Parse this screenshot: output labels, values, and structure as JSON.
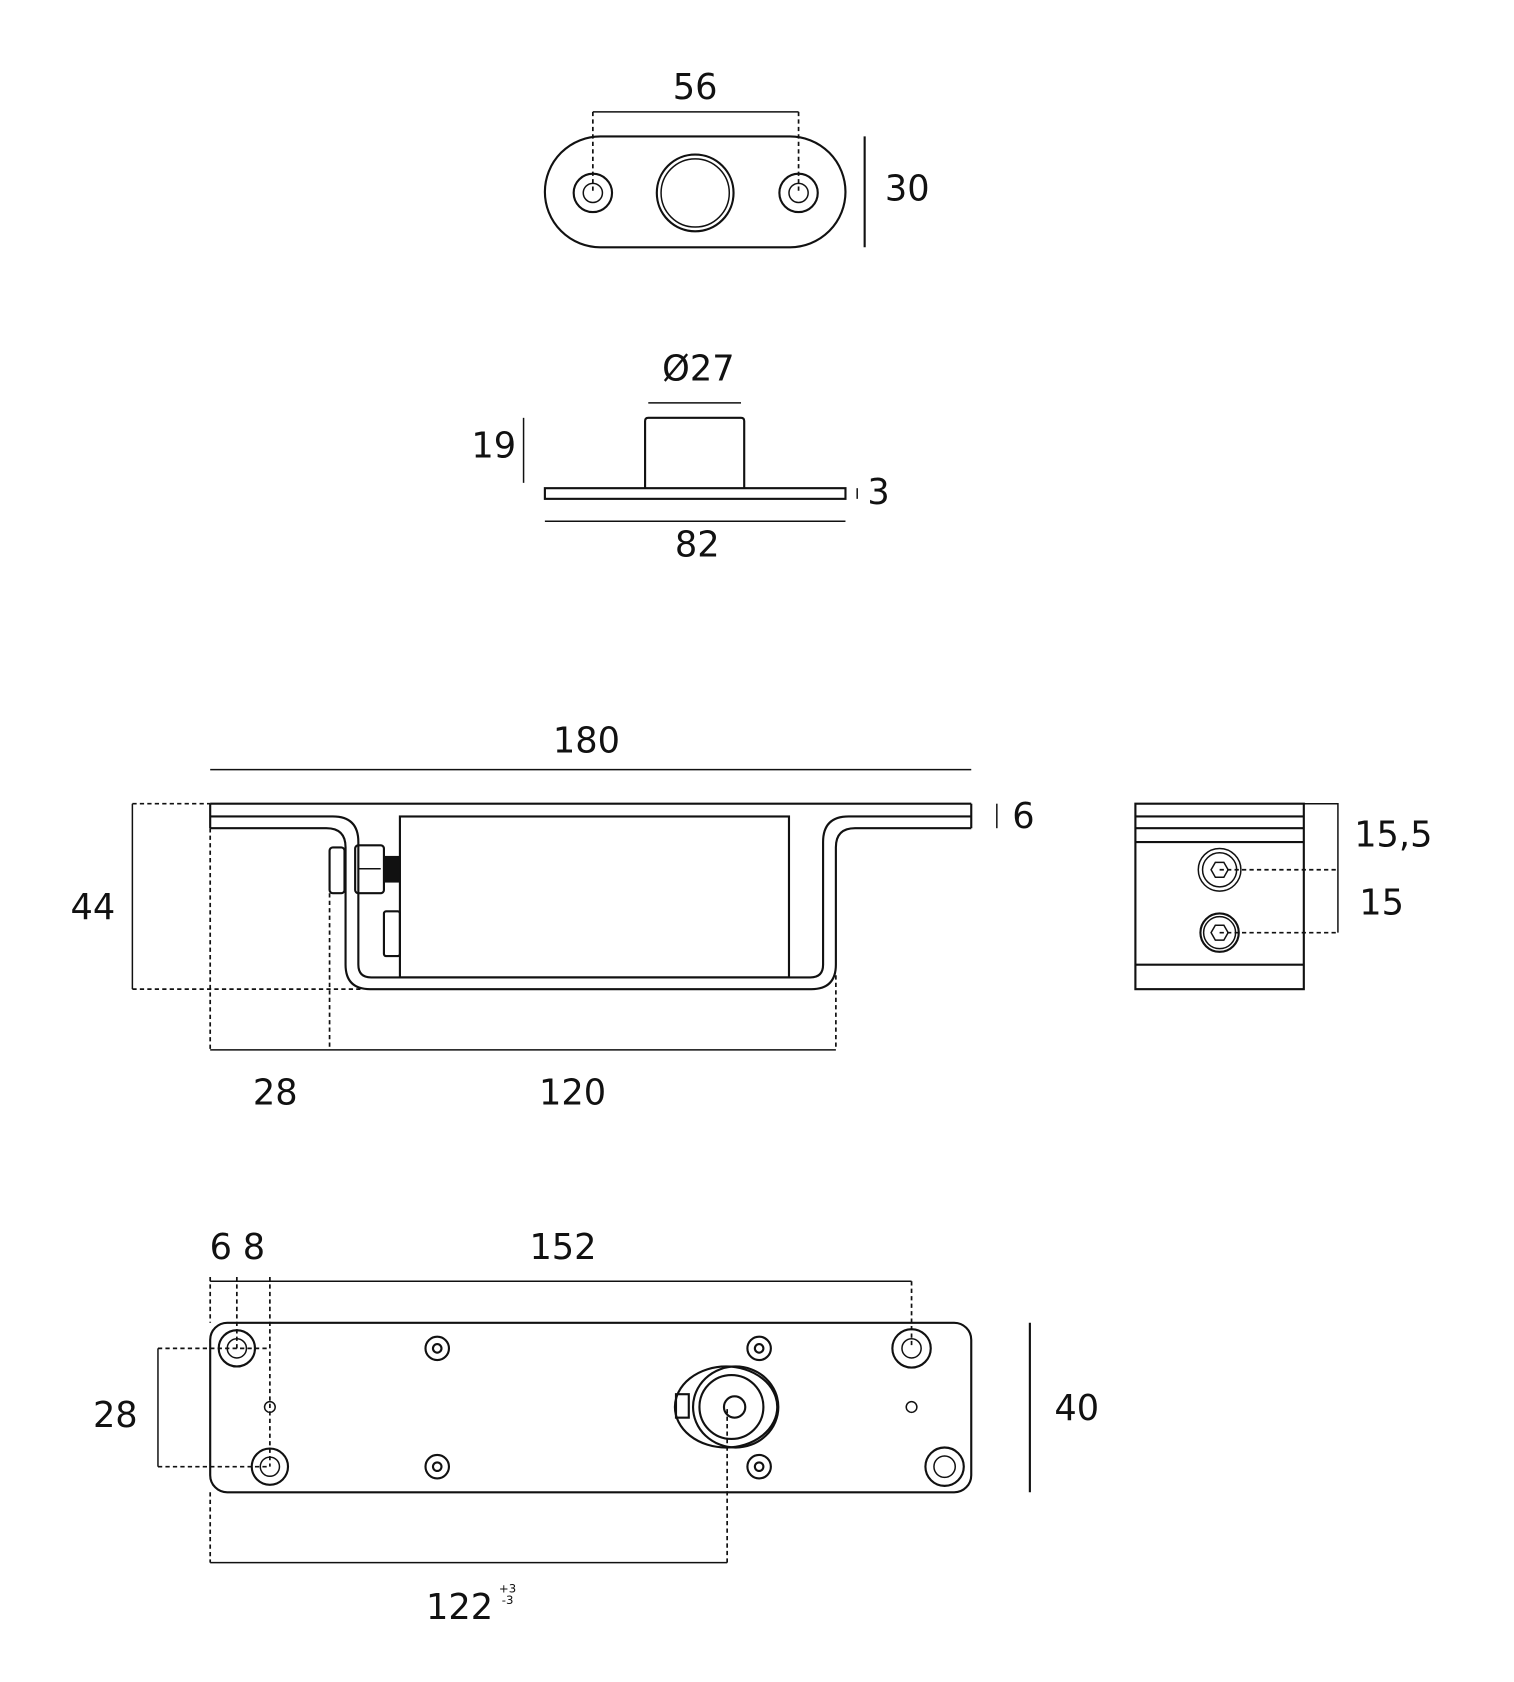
{
  "colors": {
    "line": "#111111",
    "background": "#ffffff"
  },
  "top_view": {
    "width_holes": "56",
    "height": "30"
  },
  "front_view": {
    "diameter": "Ø27",
    "height": "19",
    "thickness": "3",
    "length": "82"
  },
  "side_view": {
    "length": "180",
    "plate": "6",
    "depth": "44",
    "offset": "28",
    "body": "120"
  },
  "end_view": {
    "upper": "15,5",
    "spacing": "15"
  },
  "bottom_view": {
    "edge": "6",
    "hole_offset": "8",
    "hole_spacing": "152",
    "vertical_spacing": "28",
    "width": "40",
    "cam_distance": "122",
    "tol_plus": "+3",
    "tol_minus": "-3"
  }
}
